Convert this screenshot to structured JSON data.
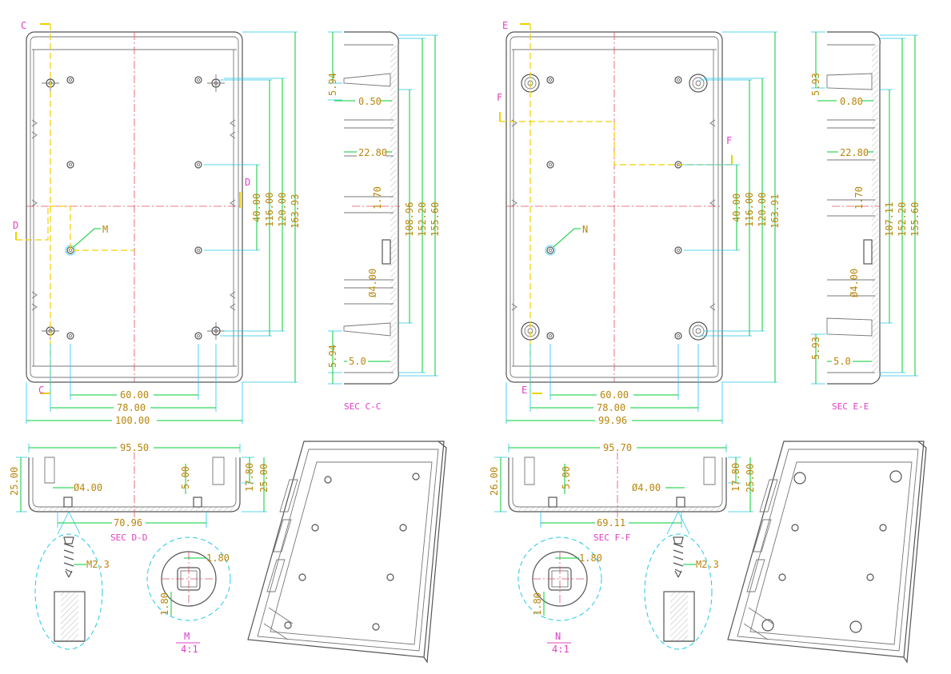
{
  "left_part": {
    "plan": {
      "labels": {
        "c_top": "C",
        "c_bottom": "C",
        "d_left": "D",
        "d_right": "D",
        "callout": "M"
      },
      "dims": {
        "w60": "60.00",
        "w78": "78.00",
        "w100": "100.00",
        "h40": "40.00",
        "h116": "116.00",
        "h120": "120.00",
        "h163": "163.93"
      }
    },
    "section": {
      "title": "SEC C-C",
      "dims": {
        "top": "5.94",
        "thick": "0.50",
        "rib": "22.80",
        "gap": "1.70",
        "dia": "Ø4.00",
        "bottom": "5.94",
        "lip": "5.0",
        "h1": "108.96",
        "h2": "152.20",
        "h3": "155.60"
      }
    },
    "end": {
      "title": "SEC D-D",
      "dims": {
        "width": "95.50",
        "inner": "70.96",
        "height": "25.00",
        "right_h": "25.00",
        "lip": "17.80",
        "boss": "5.00",
        "dia": "Ø4.00"
      }
    },
    "screw_label": "M2.3",
    "detail": {
      "d1": "1.80",
      "d2": "1.80",
      "name": "M",
      "scale": "4:1"
    }
  },
  "right_part": {
    "plan": {
      "labels": {
        "e_top": "E",
        "e_bottom": "E",
        "f_left": "F",
        "f_right": "F",
        "callout": "N"
      },
      "dims": {
        "w60": "60.00",
        "w78": "78.00",
        "w100": "99.96",
        "h40": "40.00",
        "h116": "116.00",
        "h120": "120.00",
        "h163": "163.91"
      }
    },
    "section": {
      "title": "SEC E-E",
      "dims": {
        "top": "5.93",
        "thick": "0.80",
        "rib": "22.80",
        "gap": "1.70",
        "dia": "Ø4.00",
        "bottom": "5.93",
        "lip": "5.0",
        "h1": "107.11",
        "h2": "152.20",
        "h3": "155.60"
      }
    },
    "end": {
      "title": "SEC F-F",
      "dims": {
        "width": "95.70",
        "inner": "69.11",
        "height": "26.00",
        "right_h": "25.00",
        "lip": "17.80",
        "boss": "5.00",
        "dia": "Ø4.00"
      }
    },
    "screw_label": "M2.3",
    "detail": {
      "d1": "1.80",
      "d2": "1.80",
      "name": "N",
      "scale": "4:1"
    }
  },
  "colors": {
    "dimension": "#00cc33",
    "extension": "#22c8e8",
    "text": "#b8860b",
    "labels": "#e040c8",
    "section_line": "#f0d000",
    "center_line": "#e05060",
    "outline": "#555555"
  }
}
